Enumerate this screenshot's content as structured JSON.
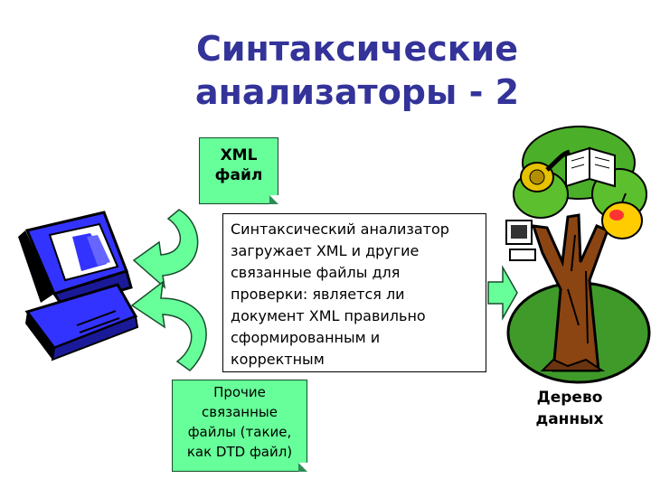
{
  "title": [
    "Синтаксические",
    "анализаторы - 2"
  ],
  "xml_note": [
    "XML",
    "файл"
  ],
  "other_note": [
    "Прочие",
    "связанные",
    "файлы (такие,",
    "как DTD файл)"
  ],
  "description": [
    "Синтаксический анализатор",
    "загружает XML и другие",
    "связанные файлы для",
    "проверки: является ли",
    "документ XML правильно",
    "сформированным и",
    "корректным"
  ],
  "tree_label": [
    "Дерево",
    "данных"
  ],
  "colors": {
    "title": "#333399",
    "note_fill": "#66ff99",
    "computer": "#3333ff",
    "tree_trunk": "#8b4513",
    "foliage": "#4caf2a"
  },
  "icons": [
    "computer-icon",
    "tree-of-data-icon",
    "book-icon",
    "horn-icon",
    "apple-icon",
    "monitor-icon"
  ]
}
